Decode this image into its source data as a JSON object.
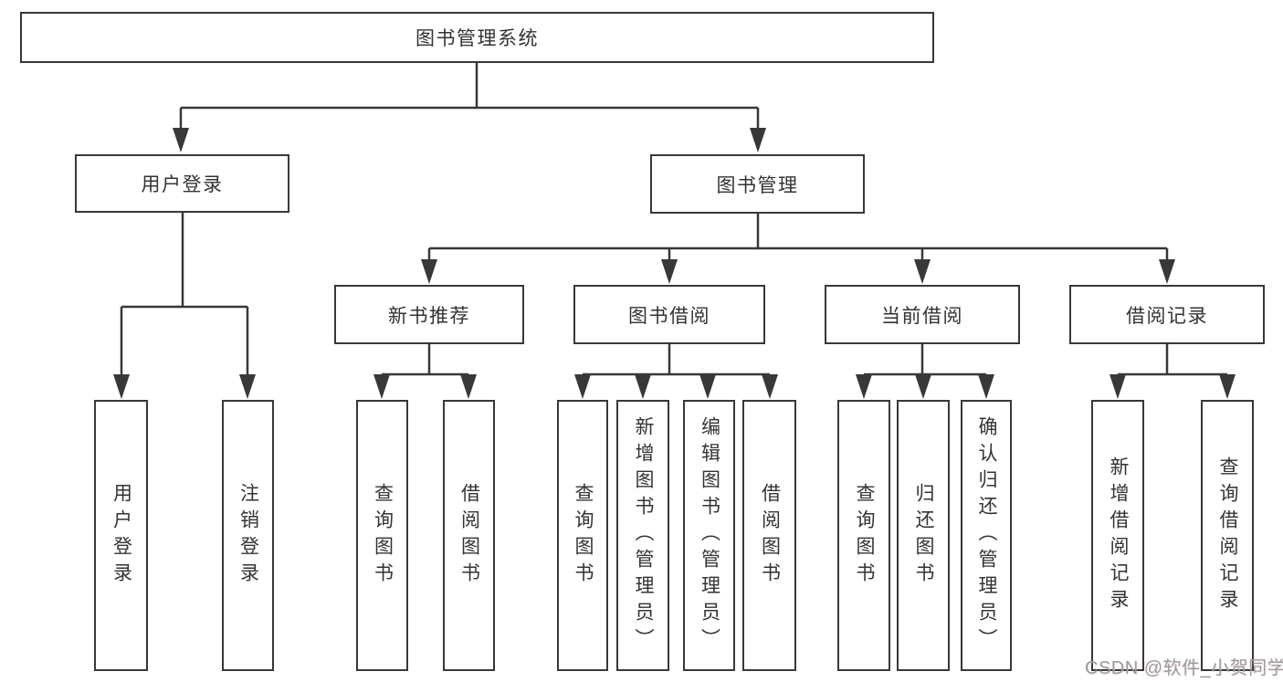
{
  "diagram": {
    "type": "hierarchy-tree",
    "root": {
      "label": "图书管理系统"
    },
    "level2": [
      {
        "label": "用户登录",
        "parent": "图书管理系统"
      },
      {
        "label": "图书管理",
        "parent": "图书管理系统"
      }
    ],
    "level3": [
      {
        "label": "新书推荐",
        "parent": "图书管理"
      },
      {
        "label": "图书借阅",
        "parent": "图书管理"
      },
      {
        "label": "当前借阅",
        "parent": "图书管理"
      },
      {
        "label": "借阅记录",
        "parent": "图书管理"
      }
    ],
    "leaves": [
      {
        "label": "用户登录",
        "parent": "用户登录"
      },
      {
        "label": "注销登录",
        "parent": "用户登录"
      },
      {
        "label": "查询图书",
        "parent": "新书推荐"
      },
      {
        "label": "借阅图书",
        "parent": "新书推荐"
      },
      {
        "label": "查询图书",
        "parent": "图书借阅"
      },
      {
        "label": "新增图书（管理员）",
        "parent": "图书借阅"
      },
      {
        "label": "编辑图书（管理员）",
        "parent": "图书借阅"
      },
      {
        "label": "借阅图书",
        "parent": "图书借阅"
      },
      {
        "label": "查询图书",
        "parent": "当前借阅"
      },
      {
        "label": "归还图书",
        "parent": "当前借阅"
      },
      {
        "label": "确认归还（管理员）",
        "parent": "当前借阅"
      },
      {
        "label": "新增借阅记录",
        "parent": "借阅记录"
      },
      {
        "label": "查询借阅记录",
        "parent": "借阅记录"
      }
    ],
    "colors": {
      "box_border": "#383838",
      "box_fill": "#ffffff",
      "text": "#333333",
      "connector": "#383838"
    }
  },
  "watermark": {
    "text": "CSDN @软件_小贺同学",
    "color": "#9b9b9b"
  }
}
